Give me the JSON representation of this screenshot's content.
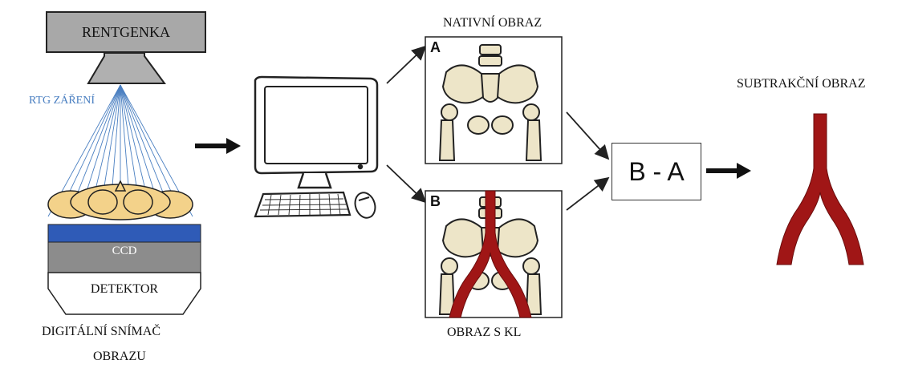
{
  "xray_tube": {
    "label": "RENTGENKA"
  },
  "radiation": {
    "label": "RTG ZÁŘENÍ",
    "color": "#4a7fc1"
  },
  "detector": {
    "ccd_label": "CCD",
    "detector_label": "DETEKTOR",
    "caption_line1": "DIGITÁLNÍ SNÍMAČ",
    "caption_line2": "OBRAZU",
    "ccd_color": "#2f5bb7",
    "layer_color": "#8c8c8c"
  },
  "panels": {
    "native": {
      "title": "NATIVNÍ OBRAZ",
      "letter": "A"
    },
    "contrast": {
      "caption": "OBRAZ S KL",
      "letter": "B"
    }
  },
  "operation": {
    "label": "B - A"
  },
  "result": {
    "title": "SUBTRAKČNÍ OBRAZ",
    "vessel_color": "#a01616"
  }
}
